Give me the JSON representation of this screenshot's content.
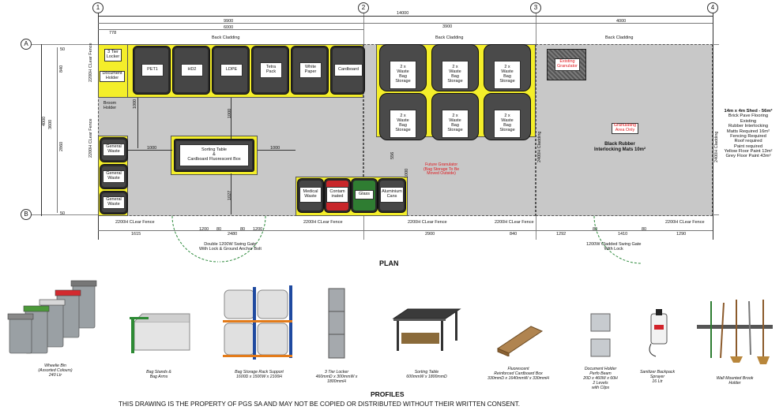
{
  "grid": {
    "markers": [
      "1",
      "2",
      "3",
      "4"
    ],
    "rows": [
      "A",
      "B"
    ]
  },
  "dims_top": {
    "overall": "14000",
    "d6000": "6000",
    "d9900": "9900",
    "d3900": "3900",
    "d4000": "4000",
    "d778": "778"
  },
  "cladding": {
    "back1": "Back Cladding",
    "back2": "Back Cladding",
    "back3": "Back Cladding"
  },
  "left_dims": {
    "d4000": "4000",
    "d3600": "3600",
    "d2860": "2860",
    "d840": "840",
    "d50a": "50",
    "d50b": "50"
  },
  "fences": {
    "left_top": "2200H CLear Fence",
    "left_mid": "2200H CLear Fence",
    "left_bot": "2200H CLear Fence",
    "bottom1": "2200H CLear Fence",
    "bottom2": "2200H CLear Fence",
    "bottom3": "2200H CLear Fence",
    "bottom4": "2200H CLear Fence",
    "right_mid": "2400H Cladding",
    "right_outer": "2400H Cladding"
  },
  "zone1": {
    "locker": "3 Tier\nLocker",
    "doc_holder": "Document\nHolder",
    "broom_holder": "Broom\nHolder",
    "bins_top": [
      "PET1",
      "HD2",
      "LDPE",
      "Tetra\nPack",
      "White\nPaper",
      "Cardboard"
    ],
    "general": [
      "General\nWaste",
      "General\nWaste",
      "General\nWaste"
    ],
    "sorting": "Sorting Table\n&\nCardboard Fluorescent Box",
    "dim_1000a": "1000",
    "dim_1000b": "1000",
    "dim_1000c": "1000",
    "dim_1000d": "1000",
    "dim_1027": "1027",
    "front_bins": [
      "Medical\nWaste",
      "Contam\ninated",
      "Glass",
      "Aluminium\nCans"
    ],
    "dim_556": "556",
    "dim_1000e": "1000"
  },
  "zone2": {
    "bags": [
      "2 x\nWaste\nBag\nStorage",
      "2 x\nWaste\nBag\nStorage",
      "2 x\nWaste\nBag\nStorage",
      "2 x\nWaste\nBag\nStorage",
      "2 x\nWaste\nBag\nStorage",
      "2 x\nWaste\nBag\nStorage"
    ],
    "future": "Future Granulator\n(Bag Storage To Be\nMoved Outside)"
  },
  "zone3": {
    "existing": "Existing\nGranulator",
    "granulating": "Granulating\nArea Only",
    "mats": "Black Rubber\nInterlocking Mats 10m²"
  },
  "spec": [
    "14m x 4m Shed - 56m²",
    "Brick Pave Flooring",
    "Existing",
    "Rubber Interlocking",
    "Matts Required 16m²",
    "Fencing Required",
    "Roof required",
    "Paint required",
    "Yellow Floor Paint 13m²",
    "Grey Floor Paint 43m²"
  ],
  "bottom_dims": {
    "d1615": "1615",
    "d1200a": "1200",
    "d80a": "80",
    "d2480": "2480",
    "d80b": "80",
    "d1200b": "1200",
    "d2900": "2900",
    "d840": "840",
    "d1292": "1292",
    "d80c": "80",
    "d1410": "1410",
    "d80d": "80",
    "d1290": "1290"
  },
  "gates": {
    "g1": "Double 1200W Swing Gate\nWith Lock & Ground Anchor Bolt",
    "g2": "1200W Cladded Swing Gate\nWith Lock"
  },
  "plan_label": "PLAN",
  "profiles": [
    "Wheelie Bin\n(Assorted Colours)\n240 Ltr",
    "Bag Stands &\nBag Arms",
    "Bag Storage Rack Support\n1600D x 1500W x 2100H",
    "3 Tier Locker\n460mmD x 300mmW x\n1800mmH",
    "Sorting Table\n600mmW x 1800mmD",
    "Fluorescent\nReinforced Cardboard Box\n330mmD x 1640mmW x 330mmH",
    "Document Holder\nPerfo Beam\n20D x 460W x 60H\n2 Levels\nwith Clips",
    "Sanitizer Backpack\nSprayer\n16 Ltr",
    "Wall Mounted Brook\nHolder"
  ],
  "profiles_title": "PROFILES",
  "footer": "THIS DRAWING IS THE PROPERTY OF PGS SA AND MAY NOT BE COPIED OR DISTRIBUTED WITHOUT THEIR WRITTEN CONSENT.",
  "colors": {
    "floor": "#c8c8c8",
    "yellow": "#f4ee2a",
    "bin": "#464646",
    "red": "#e0171c",
    "green": "#2f7d32"
  }
}
